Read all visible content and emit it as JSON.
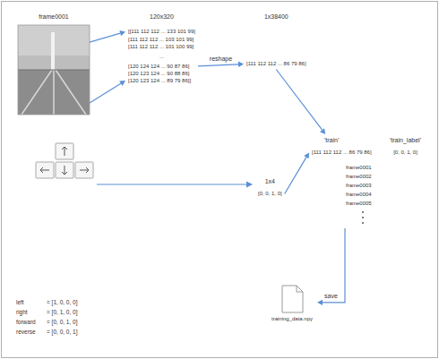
{
  "diagram": {
    "nodes": [
      {
        "text": [
          "frame0001"
        ]
      },
      {
        "text": [
          "120x320",
          "[[111 112 112 ... 133 101 99]",
          "[111 112 112 ... 103 101 99]",
          "[111 112 112 ... 101 100 99]",
          "...",
          "[120 124 124 ... 90 87 86]",
          "[120 123 124 ... 90 88 86]",
          "[120 123 124 ... 89 79 86]]"
        ]
      },
      {
        "text": [
          "1x38400",
          "[111 112 112 ... 86 79 86]"
        ]
      },
      {
        "text": [
          "'train'",
          "[111 112 112 ... 86 79 86]",
          "frame0001",
          "frame0002",
          "frame0003",
          "frame0004",
          "frame0005"
        ]
      },
      {
        "text": [
          "'train_label'",
          "[0, 0, 1, 0]"
        ]
      },
      {
        "text": [
          "1x4",
          "[0, 0, 1, 0]"
        ]
      },
      {
        "text": [
          "training_data.npy"
        ]
      }
    ],
    "edges": [
      {
        "from": 0,
        "to": 1,
        "arrow": "to"
      },
      {
        "from": 0,
        "to": 1,
        "arrow": "to"
      },
      {
        "from": 1,
        "to": 2,
        "label": "reshape",
        "arrow": "to"
      },
      {
        "from": 2,
        "to": 3,
        "arrow": "to"
      },
      {
        "from": 5,
        "to": 3,
        "arrow": "to"
      },
      {
        "from": 3,
        "to": 6,
        "label": "save",
        "arrow": "to"
      }
    ],
    "labels": [
      "left",
      "= [1, 0, 0, 0]",
      "right",
      "= [0, 1, 0, 0]",
      "forward",
      "= [0, 0, 1, 0]",
      "reverse",
      "= [0, 0, 0, 1]"
    ]
  }
}
